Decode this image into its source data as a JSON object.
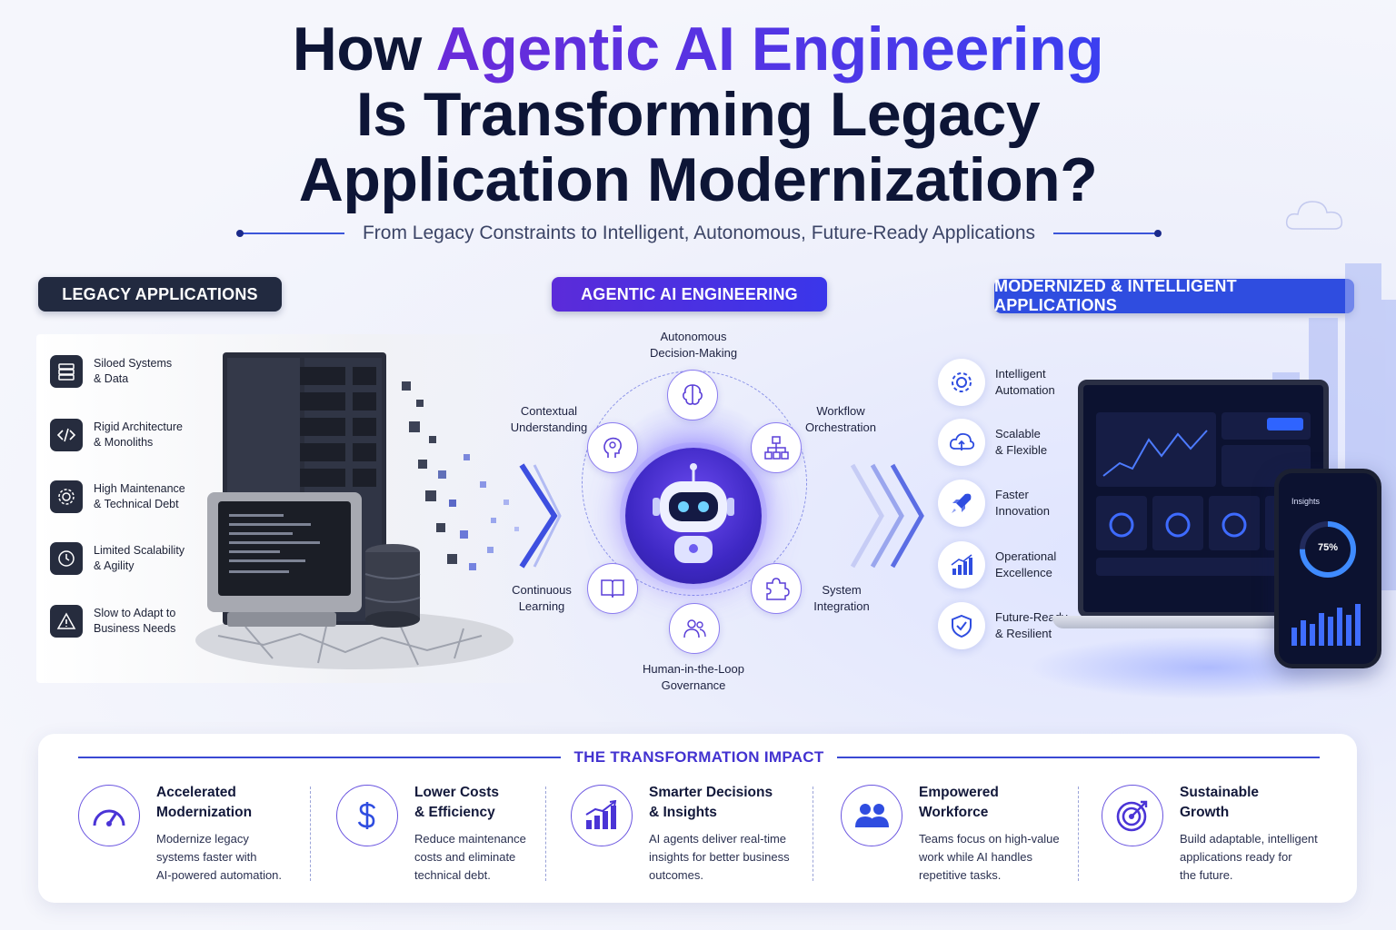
{
  "title": {
    "line1_pre": "How ",
    "line1_highlight": "Agentic AI Engineering",
    "line2": "Is Transforming Legacy",
    "line3": "Application Modernization?"
  },
  "subtitle": "From Legacy Constraints to Intelligent, Autonomous, Future-Ready Applications",
  "sections": {
    "legacy": "LEGACY APPLICATIONS",
    "agentic": "AGENTIC AI ENGINEERING",
    "modern": "MODERNIZED & INTELLIGENT APPLICATIONS"
  },
  "legacy_items": [
    {
      "icon": "server-icon",
      "label": "Siloed Systems\n& Data"
    },
    {
      "icon": "code-icon",
      "label": "Rigid Architecture\n& Monoliths"
    },
    {
      "icon": "gear-icon",
      "label": "High Maintenance\n& Technical Debt"
    },
    {
      "icon": "clock-icon",
      "label": "Limited Scalability\n& Agility"
    },
    {
      "icon": "warning-icon",
      "label": "Slow to Adapt to\nBusiness Needs"
    }
  ],
  "agentic_nodes": {
    "top": {
      "icon": "brain-icon",
      "label": "Autonomous\nDecision-Making"
    },
    "upper_left": {
      "icon": "head-icon",
      "label": "Contextual\nUnderstanding"
    },
    "upper_right": {
      "icon": "workflow-icon",
      "label": "Workflow\nOrchestration"
    },
    "lower_left": {
      "icon": "book-icon",
      "label": "Continuous\nLearning"
    },
    "lower_right": {
      "icon": "puzzle-icon",
      "label": "System\nIntegration"
    },
    "bottom": {
      "icon": "people-icon",
      "label": "Human-in-the-Loop\nGovernance"
    }
  },
  "modern_items": [
    {
      "icon": "automation-gear-icon",
      "label": "Intelligent\nAutomation"
    },
    {
      "icon": "cloud-icon",
      "label": "Scalable\n& Flexible"
    },
    {
      "icon": "rocket-icon",
      "label": "Faster\nInnovation"
    },
    {
      "icon": "growth-chart-icon",
      "label": "Operational\nExcellence"
    },
    {
      "icon": "shield-check-icon",
      "label": "Future-Ready\n& Resilient"
    }
  ],
  "phone": {
    "title": "Insights",
    "gauge": "75%"
  },
  "impact": {
    "title": "THE TRANSFORMATION IMPACT",
    "items": [
      {
        "icon": "speedometer-icon",
        "heading": "Accelerated\nModernization",
        "desc": "Modernize legacy\nsystems faster with\nAI-powered automation."
      },
      {
        "icon": "dollar-icon",
        "heading": "Lower Costs\n& Efficiency",
        "desc": "Reduce maintenance\ncosts and eliminate\ntechnical debt."
      },
      {
        "icon": "bar-chart-icon",
        "heading": "Smarter Decisions\n& Insights",
        "desc": "AI agents deliver real-time\ninsights for better business\noutcomes."
      },
      {
        "icon": "team-icon",
        "heading": "Empowered\nWorkforce",
        "desc": "Teams focus on high-value\nwork while AI handles\nrepetitive tasks."
      },
      {
        "icon": "target-icon",
        "heading": "Sustainable\nGrowth",
        "desc": "Build adaptable, intelligent\napplications ready for\nthe future."
      }
    ]
  },
  "colors": {
    "accent": "#3b3ff0",
    "purple": "#6a2bd9",
    "dark": "#222a40",
    "blue": "#2f4de0"
  }
}
